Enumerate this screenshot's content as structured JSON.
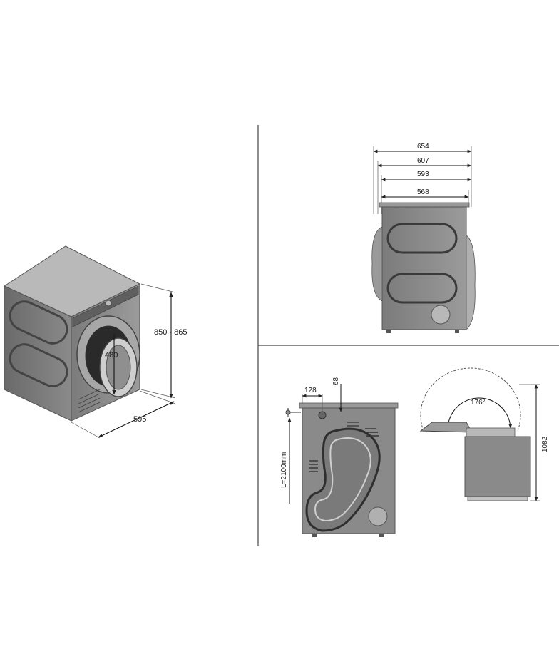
{
  "labels": {
    "height_range": "850 - 865",
    "width": "595",
    "door": "480",
    "top_654": "654",
    "top_607": "607",
    "top_593": "593",
    "top_568": "568",
    "side_128": "128",
    "side_68": "68",
    "hose": "L=2100mm",
    "angle": "176°",
    "total_height": "1082"
  },
  "colors": {
    "body_dark": "#6f6f6f",
    "body_mid": "#8a8a8a",
    "body_light": "#b4b4b4",
    "line": "#2a2a2a",
    "dim_line": "#222222",
    "panel_border": "#555555"
  }
}
